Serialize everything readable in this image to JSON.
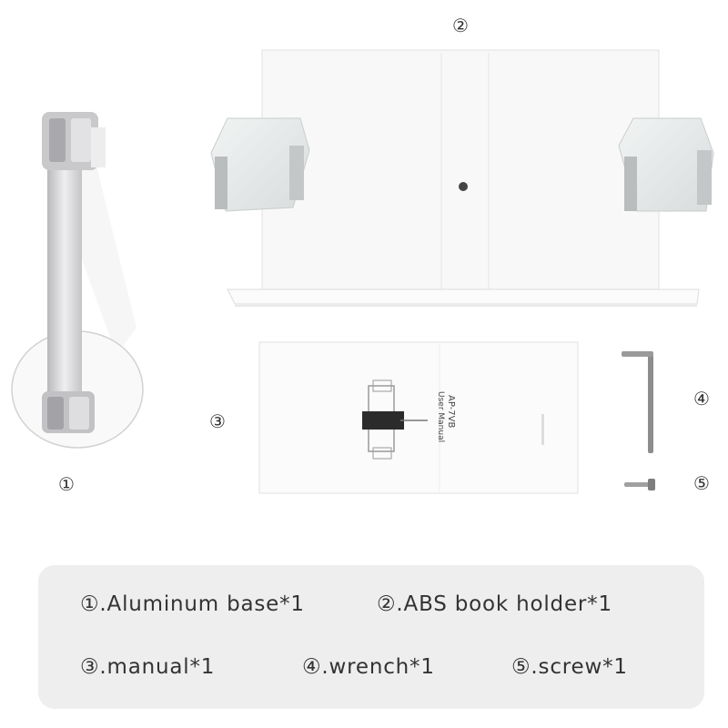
{
  "callouts": {
    "base": "①",
    "holder": "②",
    "manual": "③",
    "wrench": "④",
    "screw": "⑤"
  },
  "manual_cover": {
    "model": "AP-7VB",
    "title": "User Manual"
  },
  "legend": {
    "items": [
      "①.Aluminum base*1",
      "②.ABS book holder*1",
      "③.manual*1",
      "④.wrench*1",
      "⑤.screw*1"
    ]
  },
  "colors": {
    "legend_background": "#eeeeee",
    "text": "#333333",
    "aluminum": "#c8c8ca"
  }
}
